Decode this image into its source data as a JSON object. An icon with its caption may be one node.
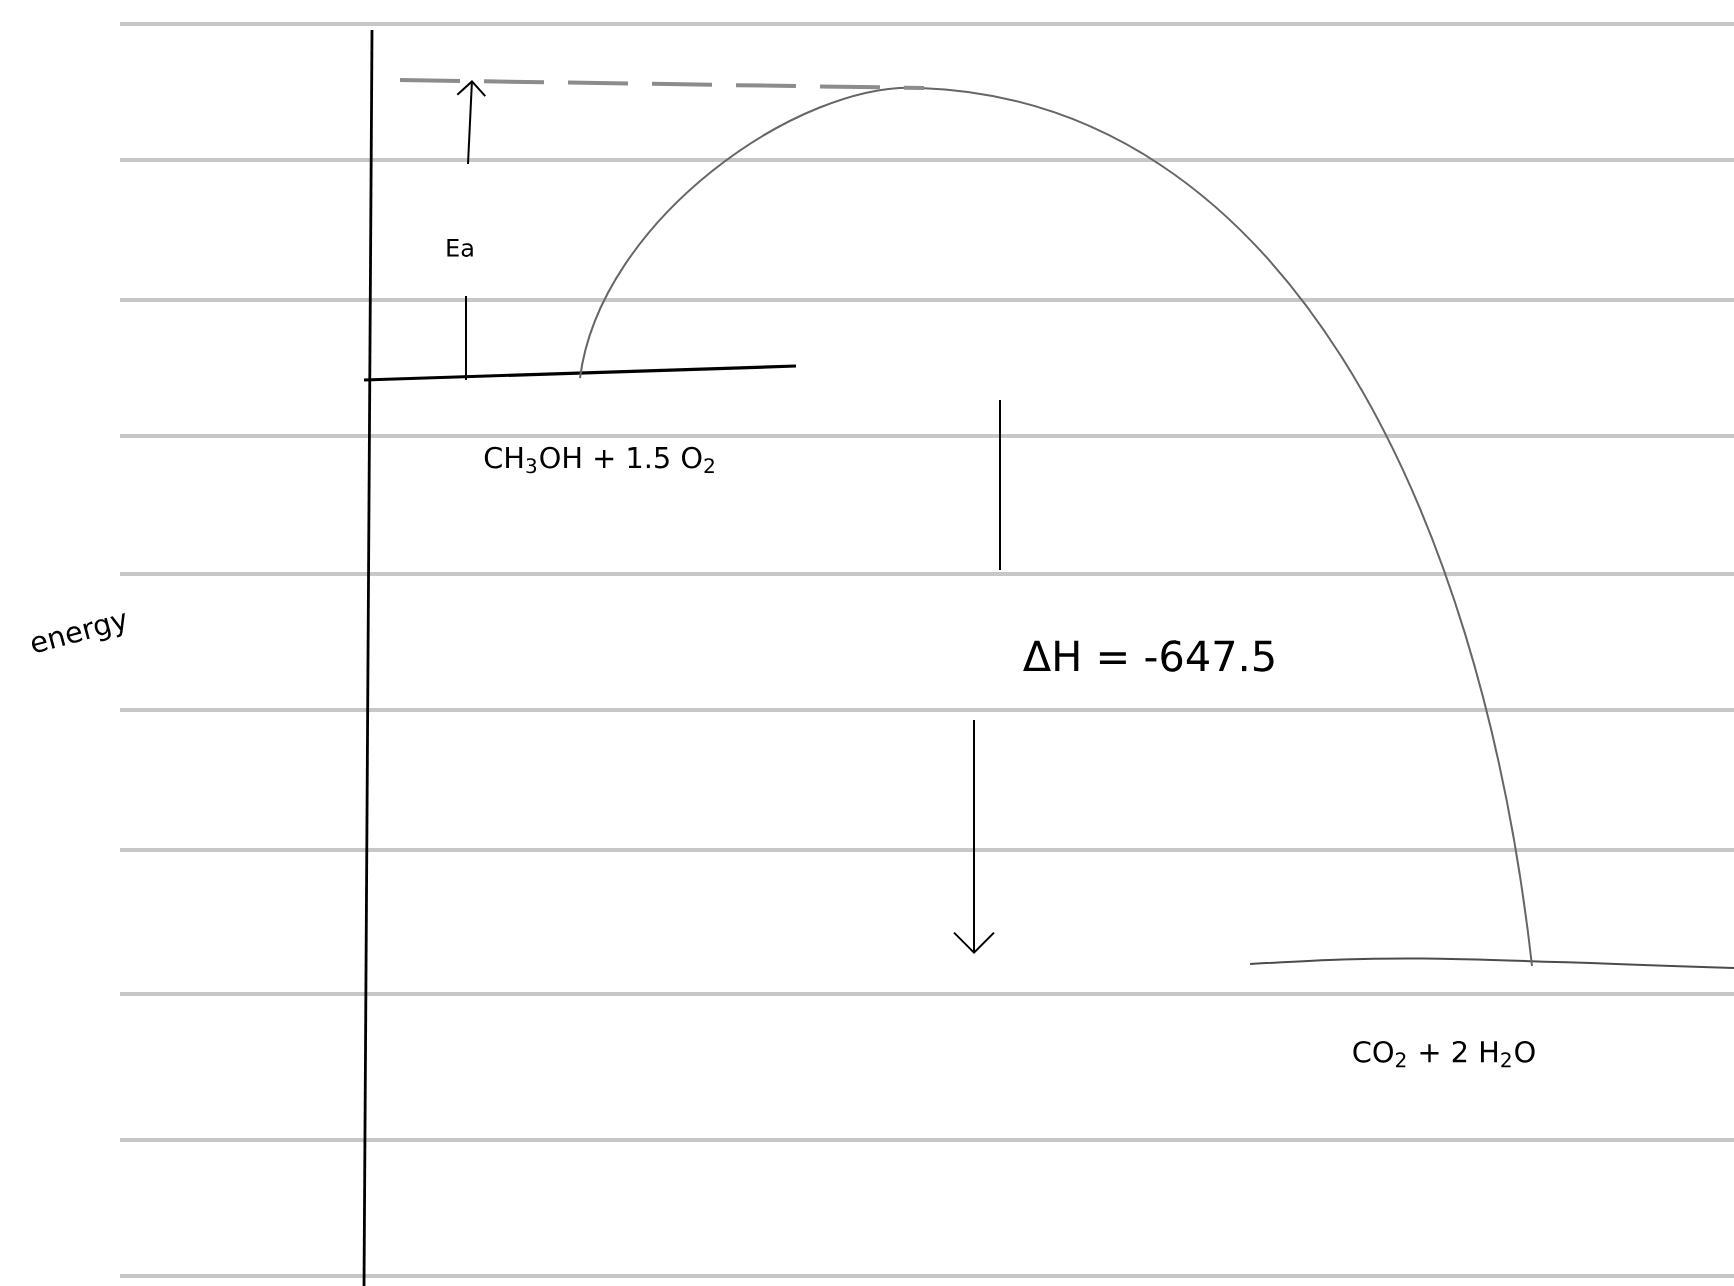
{
  "diagram": {
    "labels": [
      "Ea",
      "CH$_{3}$OH + 1.5 O$_{2}$",
      "energy",
      "ΔH = -647.5",
      "CO$_{2}$ + 2 H$_{2}$O"
    ]
  }
}
